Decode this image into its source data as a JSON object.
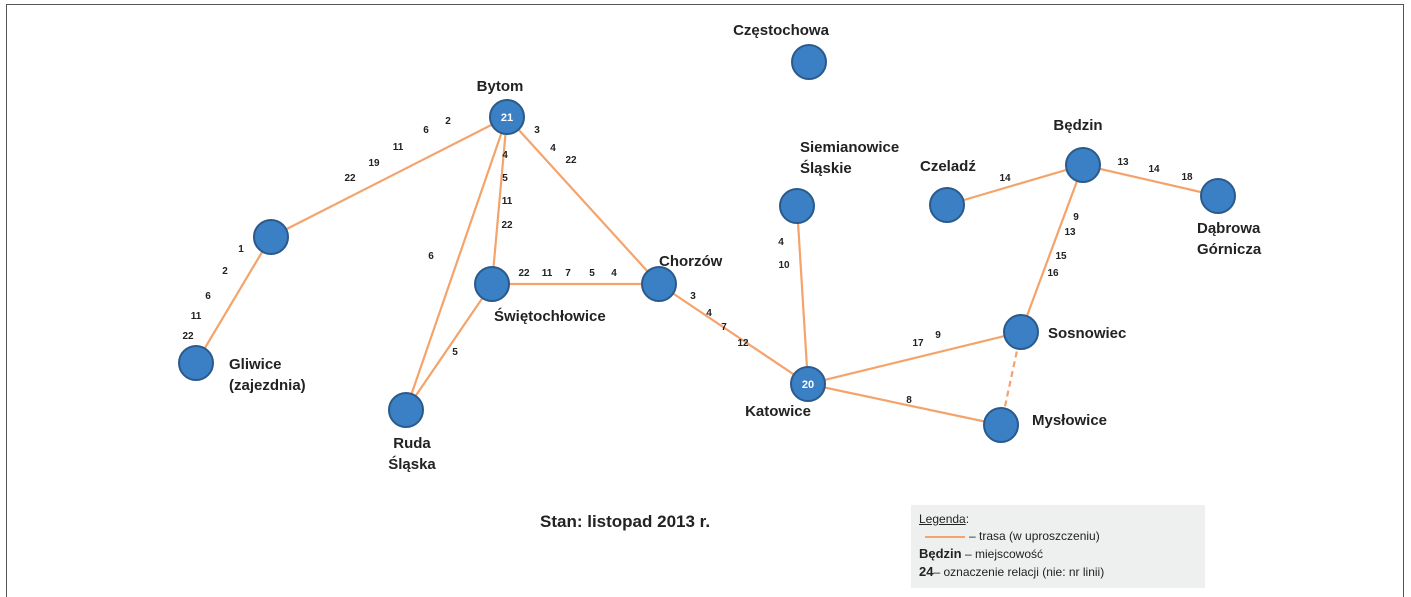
{
  "status": "Stan: listopad 2013 r.",
  "legend": {
    "title": "Legenda",
    "title_colon": ":",
    "route_text": "– trasa (w uproszczeniu)",
    "city_example": "Będzin",
    "city_text": "– miejscowość",
    "relation_example": "24",
    "relation_text": "– oznaczenie relacji (nie: nr linii)"
  },
  "colors": {
    "node": "#3b7fc4",
    "node_stroke": "#2a5a8c",
    "route": "#f4a36b"
  },
  "nodes": [
    {
      "id": "czestochowa",
      "lines": [
        "Częstochowa"
      ]
    },
    {
      "id": "bytom",
      "lines": [
        "Bytom"
      ],
      "number": "21"
    },
    {
      "id": "gliwice-mid",
      "lines": []
    },
    {
      "id": "gliwice",
      "lines": [
        "Gliwice",
        "(zajezdnia)"
      ]
    },
    {
      "id": "swietochlowice",
      "lines": [
        "Świętochłowice"
      ]
    },
    {
      "id": "chorzow",
      "lines": [
        "Chorzów"
      ]
    },
    {
      "id": "ruda",
      "lines": [
        "Ruda",
        "Śląska"
      ]
    },
    {
      "id": "siemianowice",
      "lines": [
        "Siemianowice",
        "Śląskie"
      ]
    },
    {
      "id": "katowice",
      "lines": [
        "Katowice"
      ],
      "number": "20"
    },
    {
      "id": "czeladz",
      "lines": [
        "Czeladź"
      ]
    },
    {
      "id": "bedzin",
      "lines": [
        "Będzin"
      ]
    },
    {
      "id": "dabrowa",
      "lines": [
        "Dąbrowa",
        "Górnicza"
      ]
    },
    {
      "id": "sosnowiec",
      "lines": [
        "Sosnowiec"
      ]
    },
    {
      "id": "myslowice",
      "lines": [
        "Mysłowice"
      ]
    }
  ],
  "edges": [
    {
      "from": "bytom",
      "to": "gliwice-mid",
      "labels": [
        "2",
        "6",
        "11",
        "19",
        "22"
      ]
    },
    {
      "from": "gliwice-mid",
      "to": "gliwice",
      "labels": [
        "1",
        "2",
        "6",
        "11",
        "22"
      ]
    },
    {
      "from": "bytom",
      "to": "swietochlowice",
      "labels": [
        "4",
        "5",
        "11",
        "22"
      ]
    },
    {
      "from": "bytom",
      "to": "chorzow",
      "labels": [
        "3",
        "4",
        "22"
      ]
    },
    {
      "from": "bytom",
      "to": "ruda",
      "labels": [
        "6"
      ]
    },
    {
      "from": "swietochlowice",
      "to": "chorzow",
      "labels": [
        "22",
        "11",
        "7",
        "5",
        "4"
      ]
    },
    {
      "from": "swietochlowice",
      "to": "ruda",
      "labels": [
        "5"
      ]
    },
    {
      "from": "chorzow",
      "to": "katowice",
      "labels": [
        "3",
        "4",
        "7",
        "12"
      ]
    },
    {
      "from": "siemianowice",
      "to": "katowice",
      "labels": [
        "4",
        "10"
      ]
    },
    {
      "from": "katowice",
      "to": "sosnowiec",
      "labels": [
        "17",
        "9"
      ]
    },
    {
      "from": "katowice",
      "to": "myslowice",
      "labels": [
        "8"
      ]
    },
    {
      "from": "sosnowiec",
      "to": "myslowice",
      "labels": [],
      "dashed": true
    },
    {
      "from": "czeladz",
      "to": "bedzin",
      "labels": [
        "14"
      ]
    },
    {
      "from": "bedzin",
      "to": "dabrowa",
      "labels": [
        "13",
        "14",
        "18"
      ]
    },
    {
      "from": "bedzin",
      "to": "sosnowiec",
      "labels": [
        "9",
        "13",
        "15",
        "16"
      ]
    }
  ]
}
